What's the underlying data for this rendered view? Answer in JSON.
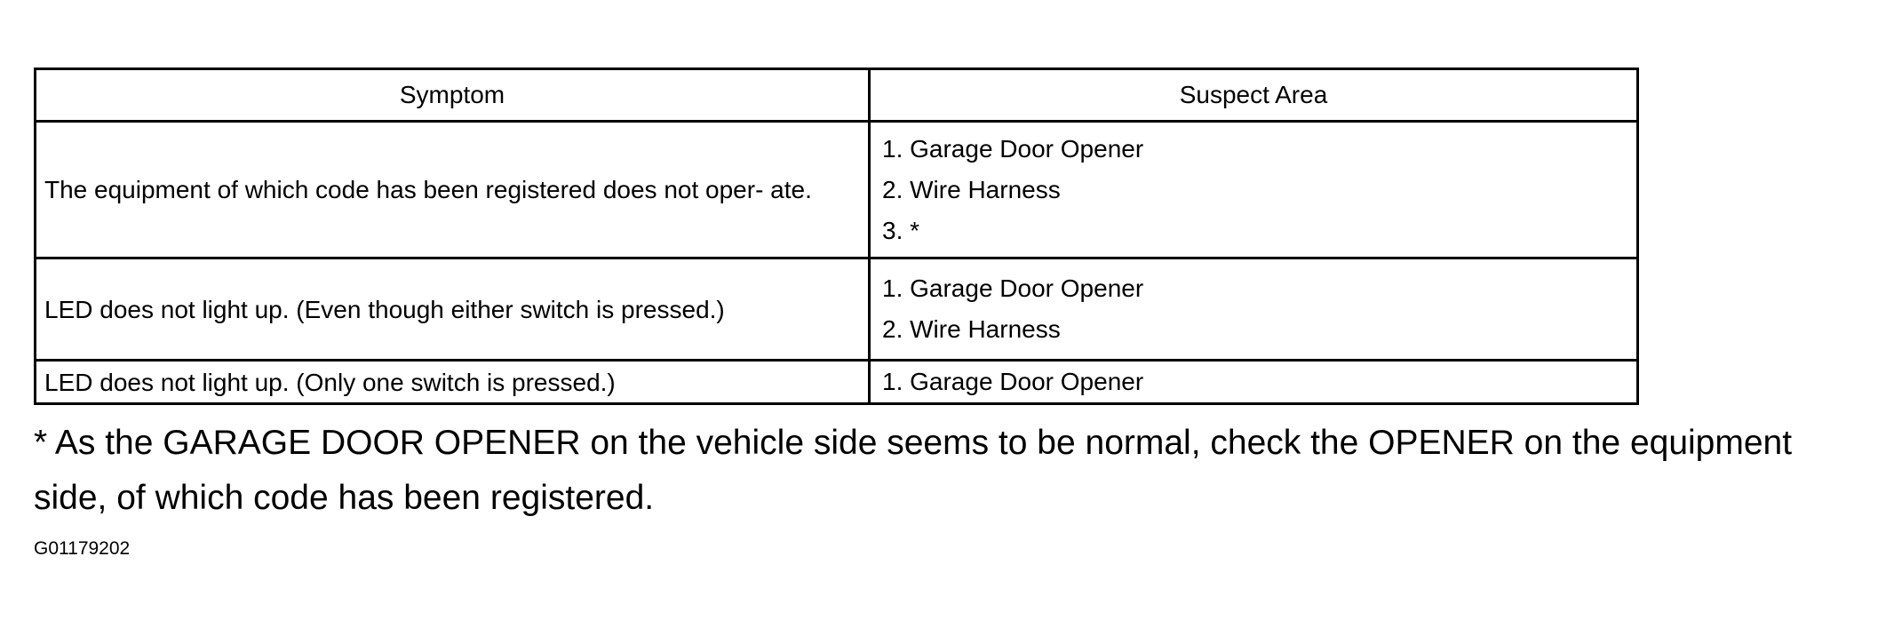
{
  "table": {
    "headers": {
      "symptom": "Symptom",
      "suspect": "Suspect Area"
    },
    "rows": [
      {
        "symptom": "The equipment of which code has been registered does not oper- ate.",
        "suspects": [
          "1. Garage Door Opener",
          "2. Wire Harness",
          "3. *"
        ]
      },
      {
        "symptom": "LED does not light up. (Even though either switch is pressed.)",
        "suspects": [
          "1. Garage Door Opener",
          "2. Wire Harness"
        ]
      },
      {
        "symptom": "LED does not light up. (Only one switch is pressed.)",
        "suspects": [
          "1. Garage Door Opener"
        ]
      }
    ]
  },
  "note": "* As the GARAGE DOOR OPENER on the vehicle side seems to be normal, check the OPENER on the equipment side, of which code has been registered.",
  "figure_code": "G01179202"
}
